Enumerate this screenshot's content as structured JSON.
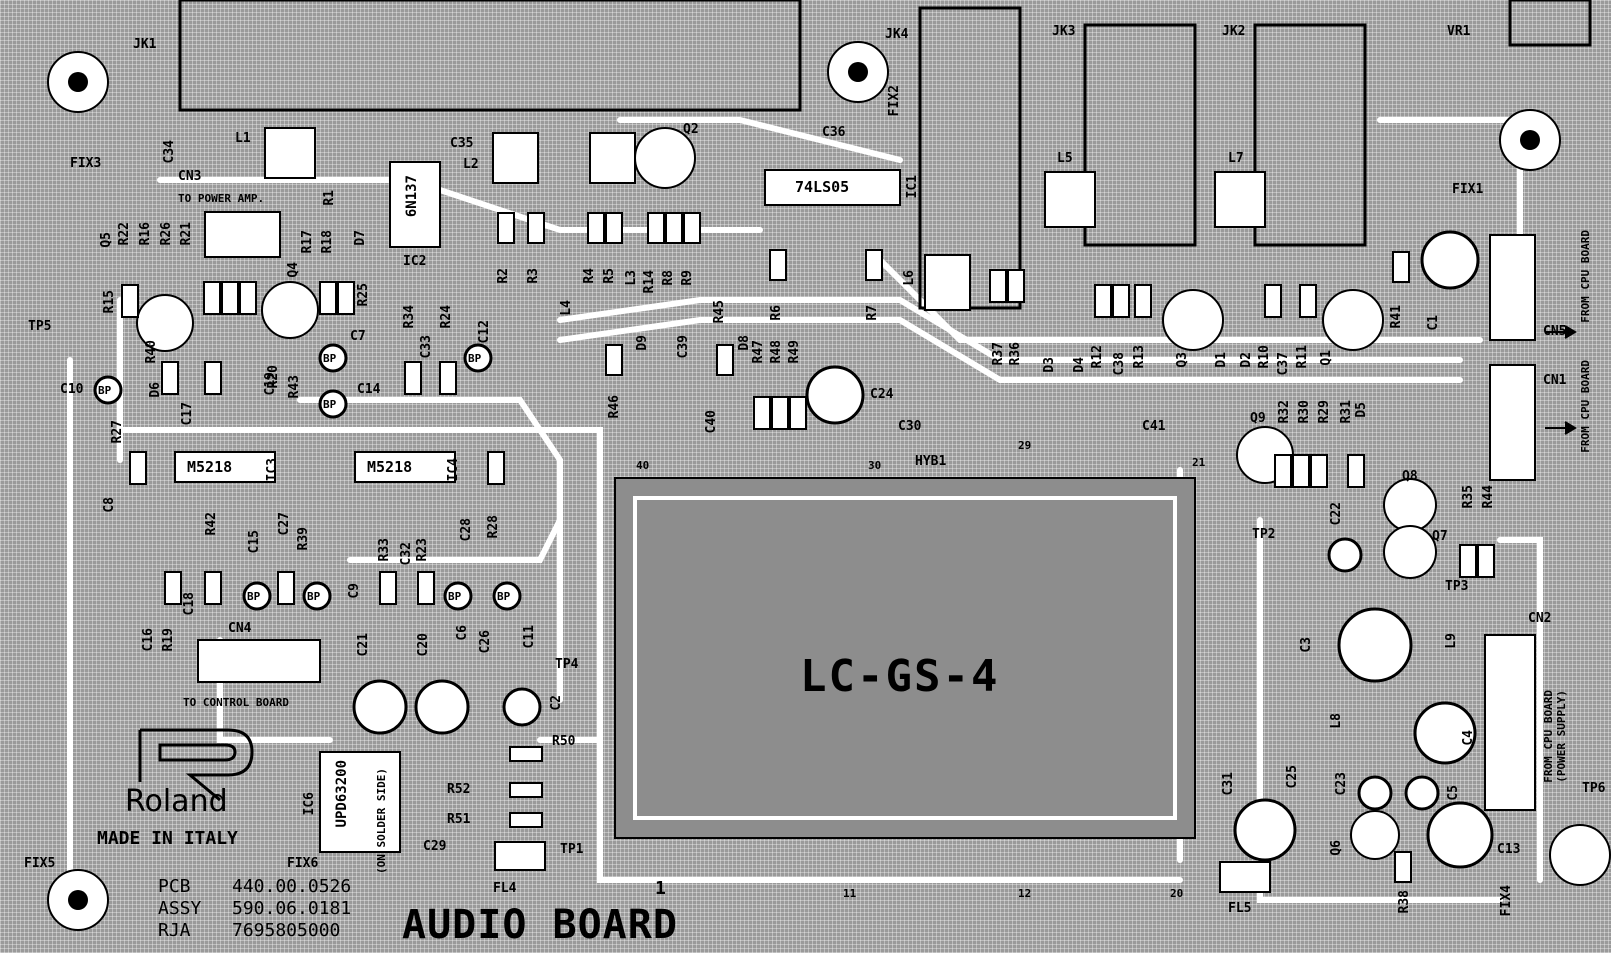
{
  "board": {
    "title": "AUDIO BOARD",
    "module": "LC-GS-4",
    "brand": "Roland",
    "made_in": "MADE IN ITALY",
    "pcb_label": "PCB",
    "pcb_number": "440.00.0526",
    "assy_label": "ASSY",
    "assy_number": "590.06.0181",
    "rja_label": "RJA",
    "rja_number": "7695805000"
  },
  "notes": {
    "to_power_amp": "TO POWER AMP.",
    "to_control_board": "TO CONTROL BOARD",
    "from_cpu_board_1": "FROM CPU BOARD",
    "from_cpu_board_2": "FROM CPU BOARD",
    "from_cpu_board_power_1": "FROM CPU BOARD",
    "from_cpu_board_power_2": "(POWER SUPPLY)",
    "on_solder_side": "(ON SOLDER SIDE)"
  },
  "ics": {
    "ic1": "74LS05",
    "ic2": "6N137",
    "ic3": "M5218",
    "ic4": "M5218",
    "ic6": "UPD63200",
    "hyb1": "HYB1"
  },
  "hyb_pins": {
    "p1": "1",
    "p11": "11",
    "p12": "12",
    "p20": "20",
    "p21": "21",
    "p29": "29",
    "p30": "30",
    "p40": "40"
  },
  "labels": {
    "jk1": "JK1",
    "jk2": "JK2",
    "jk3": "JK3",
    "jk4": "JK4",
    "vr1": "VR1",
    "fix1": "FIX1",
    "fix2": "FIX2",
    "fix3": "FIX3",
    "fix4": "FIX4",
    "fix5": "FIX5",
    "fix6": "FIX6",
    "cn1": "CN1",
    "cn2": "CN2",
    "cn3": "CN3",
    "cn4": "CN4",
    "cn5": "CN5",
    "tp1": "TP1",
    "tp2": "TP2",
    "tp3": "TP3",
    "tp4": "TP4",
    "tp5": "TP5",
    "tp6": "TP6",
    "l1": "L1",
    "l2": "L2",
    "l3": "L3",
    "l4": "L4",
    "l5": "L5",
    "l6": "L6",
    "l7": "L7",
    "l8": "L8",
    "l9": "L9",
    "fl4": "FL4",
    "fl5": "FL5",
    "ic1": "IC1",
    "ic2": "IC2",
    "ic3": "IC3",
    "ic4": "IC4",
    "ic6": "IC6",
    "q1": "Q1",
    "q2": "Q2",
    "q3": "Q3",
    "q4": "Q4",
    "q5": "Q5",
    "q6": "Q6",
    "q7": "Q7",
    "q8": "Q8",
    "q9": "Q9",
    "d1": "D1",
    "d2": "D2",
    "d3": "D3",
    "d4": "D4",
    "d5": "D5",
    "d6": "D6",
    "d7": "D7",
    "d8": "D8",
    "d9": "D9",
    "c1": "C1",
    "c2": "C2",
    "c3": "C3",
    "c4": "C4",
    "c5": "C5",
    "c6": "C6",
    "c7": "C7",
    "c8": "C8",
    "c9": "C9",
    "c10": "C10",
    "c11": "C11",
    "c12": "C12",
    "c13": "C13",
    "c14": "C14",
    "c15": "C15",
    "c16": "C16",
    "c17": "C17",
    "c18": "C18",
    "c19": "C19",
    "c20": "C20",
    "c21": "C21",
    "c22": "C22",
    "c23": "C23",
    "c24": "C24",
    "c25": "C25",
    "c26": "C26",
    "c27": "C27",
    "c28": "C28",
    "c29": "C29",
    "c30": "C30",
    "c31": "C31",
    "c32": "C32",
    "c33": "C33",
    "c34": "C34",
    "c35": "C35",
    "c36": "C36",
    "c37": "C37",
    "c38": "C38",
    "c39": "C39",
    "c40": "C40",
    "c41": "C41",
    "r1": "R1",
    "r2": "R2",
    "r3": "R3",
    "r4": "R4",
    "r5": "R5",
    "r6": "R6",
    "r7": "R7",
    "r8": "R8",
    "r9": "R9",
    "r10": "R10",
    "r11": "R11",
    "r12": "R12",
    "r13": "R13",
    "r14": "R14",
    "r15": "R15",
    "r16": "R16",
    "r17": "R17",
    "r18": "R18",
    "r19": "R19",
    "r20": "R20",
    "r21": "R21",
    "r22": "R22",
    "r23": "R23",
    "r24": "R24",
    "r25": "R25",
    "r26": "R26",
    "r27": "R27",
    "r28": "R28",
    "r29": "R29",
    "r30": "R30",
    "r31": "R31",
    "r32": "R32",
    "r33": "R33",
    "r34": "R34",
    "r35": "R35",
    "r36": "R36",
    "r37": "R37",
    "r38": "R38",
    "r39": "R39",
    "r40": "R40",
    "r41": "R41",
    "r42": "R42",
    "r43": "R43",
    "r44": "R44",
    "r45": "R45",
    "r46": "R46",
    "r47": "R47",
    "r48": "R48",
    "r49": "R49",
    "r50": "R50",
    "r51": "R51",
    "r52": "R52",
    "bp": "BP"
  }
}
